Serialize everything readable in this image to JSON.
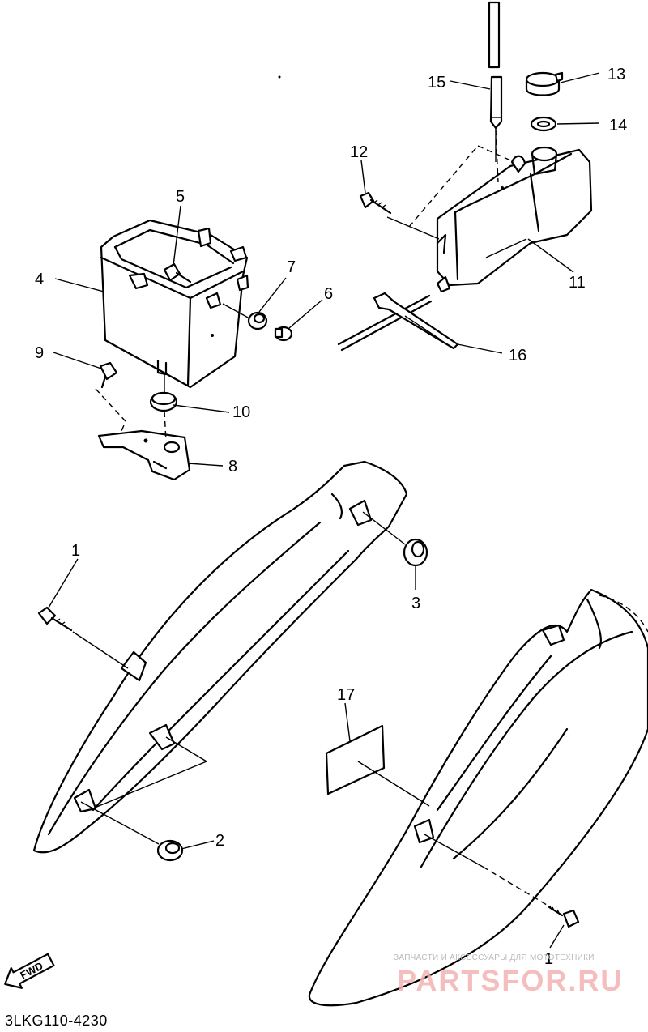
{
  "diagram": {
    "code": "3LKG110-4230",
    "direction_label": "FWD",
    "callouts": [
      "1",
      "2",
      "3",
      "4",
      "5",
      "6",
      "7",
      "8",
      "9",
      "10",
      "11",
      "12",
      "13",
      "14",
      "15",
      "16",
      "17",
      "1"
    ]
  },
  "watermark": {
    "caption": "ЗАПЧАСТИ И АКСЕССУАРЫ ДЛЯ МОТОТЕХНИКИ",
    "brand": "PARTSFOR.RU"
  }
}
